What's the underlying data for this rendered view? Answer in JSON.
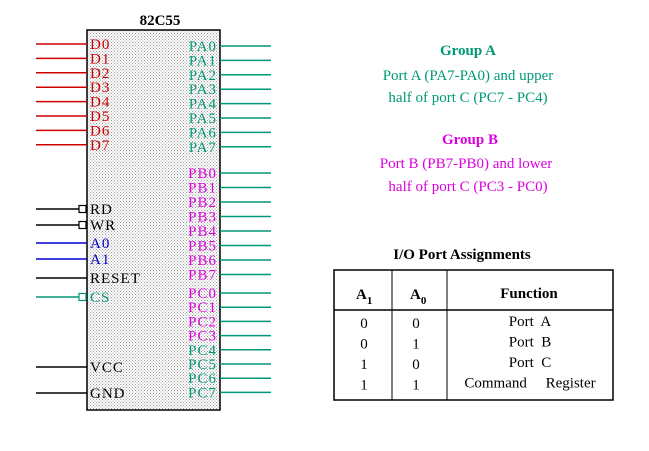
{
  "chip": {
    "title": "82C55",
    "data_pins": [
      "D0",
      "D1",
      "D2",
      "D3",
      "D4",
      "D5",
      "D6",
      "D7"
    ],
    "control_pins": [
      "RD",
      "WR",
      "A0",
      "A1",
      "RESET",
      "CS"
    ],
    "power_pins": [
      "VCC",
      "GND"
    ],
    "port_a_pins": [
      "PA0",
      "PA1",
      "PA2",
      "PA3",
      "PA4",
      "PA5",
      "PA6",
      "PA7"
    ],
    "port_b_pins": [
      "PB0",
      "PB1",
      "PB2",
      "PB3",
      "PB4",
      "PB5",
      "PB6",
      "PB7"
    ],
    "port_c_pins": [
      "PC0",
      "PC1",
      "PC2",
      "PC3",
      "PC4",
      "PC5",
      "PC6",
      "PC7"
    ]
  },
  "group_a": {
    "heading": "Group  A",
    "line1": "Port A (PA7-PA0)  and upper",
    "line2": "half of port C (PC7 - PC4)"
  },
  "group_b": {
    "heading": "Group  B",
    "line1": "Port B (PB7-PB0) and lower",
    "line2": "half of port C (PC3 - PC0)"
  },
  "table": {
    "title": "I/O  Port  Assignments",
    "col_a1": "A",
    "col_a1_sub": "1",
    "col_a0": "A",
    "col_a0_sub": "0",
    "col_function": "Function",
    "rows": [
      {
        "a1": "0",
        "a0": "0",
        "function": "Port  A"
      },
      {
        "a1": "0",
        "a0": "1",
        "function": "Port  B"
      },
      {
        "a1": "1",
        "a0": "0",
        "function": "Port  C"
      },
      {
        "a1": "1",
        "a0": "1",
        "function": "Command     Register"
      }
    ]
  },
  "colors": {
    "data": "#cc0000",
    "port_a": "#009977",
    "port_b": "#dd00dd",
    "port_c_low": "#dd00dd",
    "port_c_high": "#009977",
    "control": "#000000",
    "address": "#0000cc",
    "cs": "#009977",
    "chip_fill": "#dddddd",
    "group_a_text": "#009977",
    "group_b_text": "#dd00dd"
  }
}
